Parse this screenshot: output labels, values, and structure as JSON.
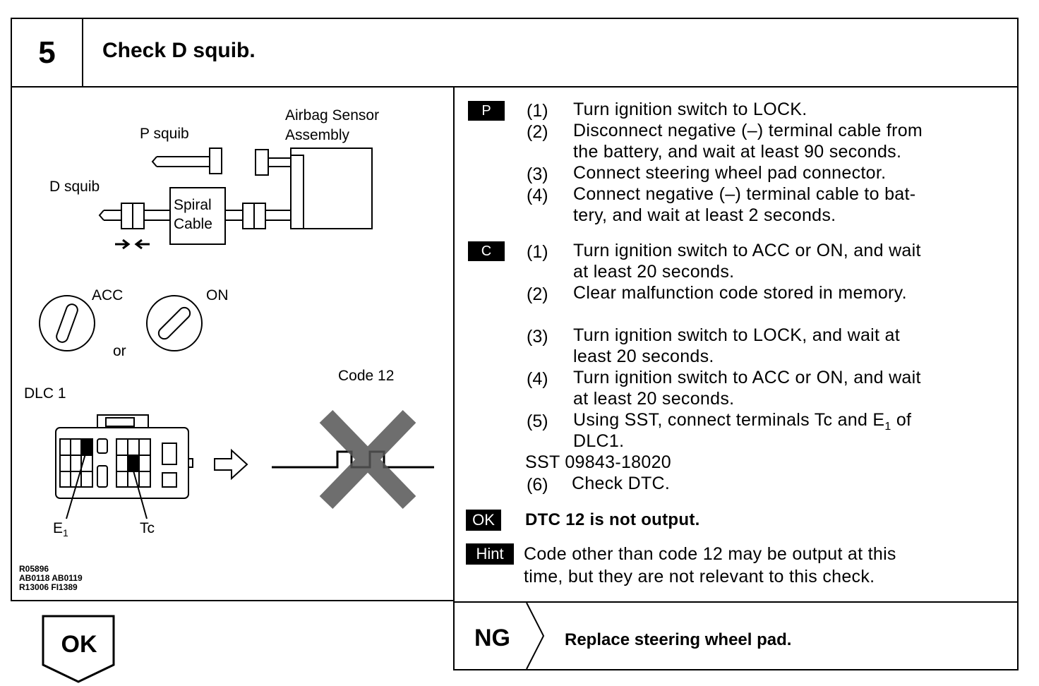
{
  "header": {
    "step_number": "5",
    "title": "Check D squib."
  },
  "diagram": {
    "airbag_sensor": "Airbag Sensor",
    "assembly": "Assembly",
    "p_squib": "P squib",
    "d_squib": "D squib",
    "spiral": "Spiral",
    "cable": "Cable",
    "acc": "ACC",
    "on": "ON",
    "or": "or",
    "dlc": "DLC 1",
    "code": "Code 12",
    "e1_main": "E",
    "e1_sub": "1",
    "tc": "Tc",
    "refs": [
      "R05896",
      "AB0118 AB0119",
      "R13006 FI1389"
    ]
  },
  "procedure": {
    "p_badge": "P",
    "p_steps": [
      {
        "n": "(1)",
        "t1": "Turn ignition switch to LOCK."
      },
      {
        "n": "(2)",
        "t1": "Disconnect negative (–) terminal cable from",
        "t2": "the battery, and wait at least 90 seconds."
      },
      {
        "n": "(3)",
        "t1": "Connect steering wheel pad connector."
      },
      {
        "n": "(4)",
        "t1": "Connect negative (–) terminal cable to bat-",
        "t2": "tery, and wait at least 2 seconds."
      }
    ],
    "c_badge": "C",
    "c_steps": [
      {
        "n": "(1)",
        "t1": "Turn ignition switch to ACC or ON, and wait",
        "t2": "at least 20 seconds."
      },
      {
        "n": "(2)",
        "t1": "Clear malfunction code stored in memory."
      },
      {
        "n": "(3)",
        "t1": "Turn ignition switch to LOCK, and wait at",
        "t2": "least 20 seconds."
      },
      {
        "n": "(4)",
        "t1": "Turn ignition switch to ACC or ON, and wait",
        "t2": "at least 20 seconds."
      },
      {
        "n": "(5)",
        "t1a": "Using SST, connect terminals Tc and E",
        "t1sub": "1",
        "t1b": " of",
        "t2": "DLC1."
      }
    ],
    "sst": "SST 09843-18020",
    "step6_n": "(6)",
    "step6": "Check DTC.",
    "ok_badge": "OK",
    "ok_text": "DTC 12 is not output.",
    "hint_badge": "Hint",
    "hint_line1": "Code other than code 12 may be output at this",
    "hint_line2": "time, but they are not relevant to this check."
  },
  "footer": {
    "ok_label": "OK",
    "ng_label": "NG",
    "ng_action": "Replace steering wheel pad."
  }
}
